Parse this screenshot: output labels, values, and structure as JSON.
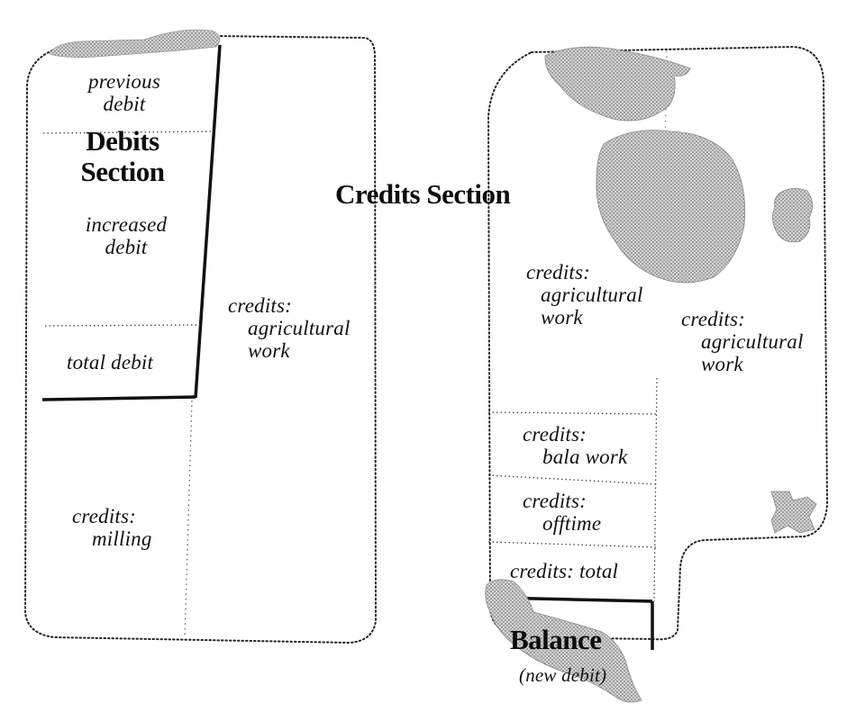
{
  "diagram": {
    "left_sheet": {
      "previous_debit": [
        "previous",
        "debit"
      ],
      "debits_section": [
        "Debits",
        "Section"
      ],
      "increased_debit": [
        "increased",
        "debit"
      ],
      "total_debit": "total debit",
      "credits_agricultural": [
        "credits:",
        "agricultural",
        "work"
      ],
      "credits_milling": [
        "credits:",
        "milling"
      ]
    },
    "credits_section": "Credits Section",
    "right_sheet": {
      "credits_agricultural_1": [
        "credits:",
        "agricultural",
        "work"
      ],
      "credits_agricultural_2": [
        "credits:",
        "agricultural",
        "work"
      ],
      "credits_bala": [
        "credits:",
        "bala work"
      ],
      "credits_offtime": [
        "credits:",
        "offtime"
      ],
      "credits_total": "credits: total",
      "balance": "Balance",
      "new_debit": "(new debit)"
    }
  },
  "colors": {
    "ink": "#111111",
    "dotted_border": "#222222",
    "stain": "#bdbdbd"
  }
}
